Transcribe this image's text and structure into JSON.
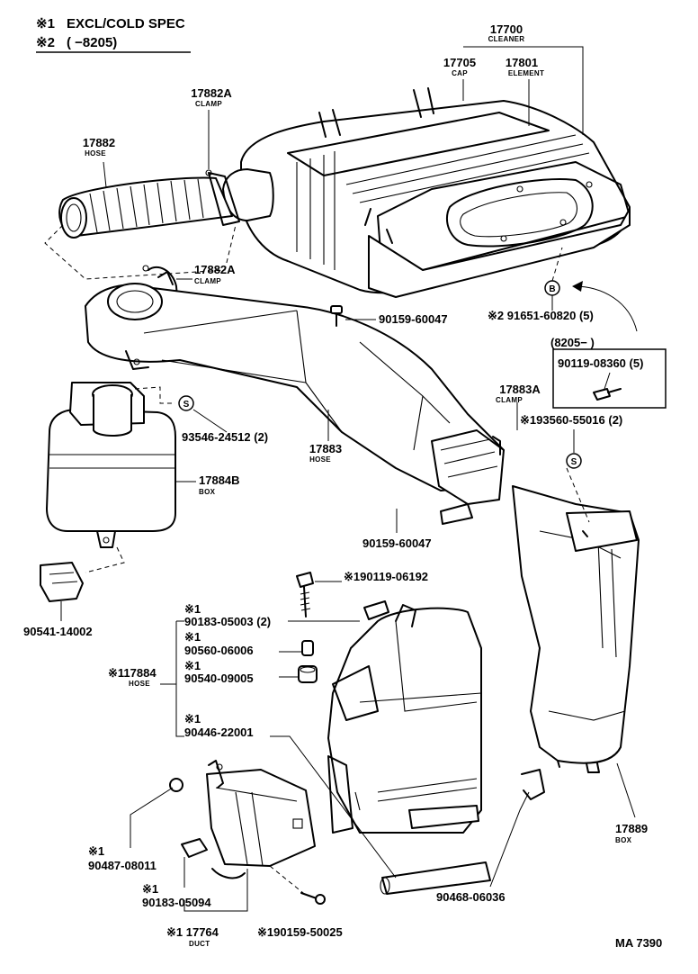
{
  "legend": {
    "note1_mark": "※1",
    "note1_text": "EXCL/COLD SPEC",
    "note2_mark": "※2",
    "note2_text": "(        −8205)"
  },
  "parts": {
    "p17700": {
      "num": "17700",
      "name": "CLEANER"
    },
    "p17705": {
      "num": "17705",
      "name": "CAP"
    },
    "p17801": {
      "num": "17801",
      "name": "ELEMENT"
    },
    "p17882A_top": {
      "num": "17882A",
      "name": "CLAMP"
    },
    "p17882": {
      "num": "17882",
      "name": "HOSE"
    },
    "p17882A_mid": {
      "num": "17882A",
      "name": "CLAMP"
    },
    "p90159_60047_a": {
      "num": "90159-60047"
    },
    "p91651": {
      "num": "※2 91651-60820 (5)"
    },
    "range_box": {
      "title": "(8205−          )",
      "num": "90119-08360 (5)"
    },
    "p17883A": {
      "num": "17883A",
      "name": "CLAMP"
    },
    "p93560": {
      "num": "※193560-55016 (2)"
    },
    "p93546": {
      "num": "93546-24512 (2)"
    },
    "p17883": {
      "num": "17883",
      "name": "HOSE"
    },
    "p17884B": {
      "num": "17884B",
      "name": "BOX"
    },
    "p90159_60047_b": {
      "num": "90159-60047"
    },
    "p90119_06192": {
      "num": "※190119-06192"
    },
    "p90541": {
      "num": "90541-14002"
    },
    "p90183_05003": {
      "mark": "※1",
      "num": "90183-05003 (2)"
    },
    "p90560": {
      "mark": "※1",
      "num": "90560-06006"
    },
    "p90540": {
      "mark": "※1",
      "num": "90540-09005"
    },
    "p17884": {
      "num": "※117884",
      "name": "HOSE"
    },
    "p90446": {
      "mark": "※1",
      "num": "90446-22001"
    },
    "p90487": {
      "mark": "※1",
      "num": "90487-08011"
    },
    "p90183_05094": {
      "mark": "※1",
      "num": "90183-05094"
    },
    "p17764": {
      "num": "※1 17764",
      "name": "DUCT"
    },
    "p90159_50025": {
      "num": "※190159-50025"
    },
    "p90468": {
      "num": "90468-06036"
    },
    "p17889": {
      "num": "17889",
      "name": "BOX"
    }
  },
  "markers": {
    "b": "B",
    "s": "S"
  },
  "footer": {
    "code": "MA 7390"
  }
}
